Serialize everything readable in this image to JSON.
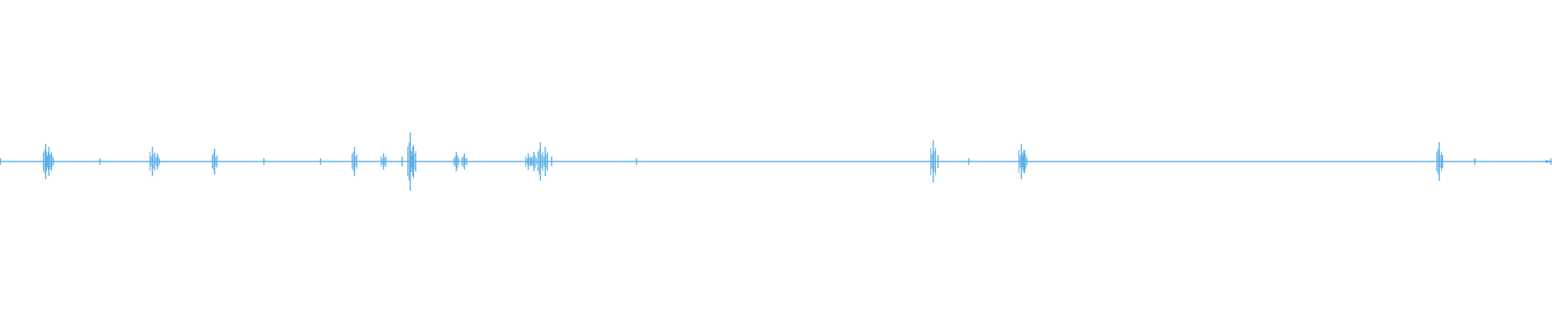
{
  "waveform": {
    "color": "#5BAEE6",
    "peaks": [
      {
        "t": 0.0,
        "a": 0.02
      },
      {
        "t": 0.029,
        "a": 0.11
      },
      {
        "t": 0.0315,
        "a": 0.09
      },
      {
        "t": 0.033,
        "a": 0.05
      },
      {
        "t": 0.064,
        "a": 0.02
      },
      {
        "t": 0.098,
        "a": 0.09
      },
      {
        "t": 0.101,
        "a": 0.05
      },
      {
        "t": 0.138,
        "a": 0.08
      },
      {
        "t": 0.17,
        "a": 0.02
      },
      {
        "t": 0.206,
        "a": 0.02
      },
      {
        "t": 0.228,
        "a": 0.09
      },
      {
        "t": 0.247,
        "a": 0.05
      },
      {
        "t": 0.259,
        "a": 0.03
      },
      {
        "t": 0.264,
        "a": 0.18
      },
      {
        "t": 0.266,
        "a": 0.1
      },
      {
        "t": 0.294,
        "a": 0.06
      },
      {
        "t": 0.299,
        "a": 0.05
      },
      {
        "t": 0.34,
        "a": 0.05
      },
      {
        "t": 0.344,
        "a": 0.06
      },
      {
        "t": 0.348,
        "a": 0.12
      },
      {
        "t": 0.351,
        "a": 0.09
      },
      {
        "t": 0.355,
        "a": 0.03
      },
      {
        "t": 0.41,
        "a": 0.02
      },
      {
        "t": 0.601,
        "a": 0.13
      },
      {
        "t": 0.604,
        "a": 0.04
      },
      {
        "t": 0.624,
        "a": 0.02
      },
      {
        "t": 0.658,
        "a": 0.11
      },
      {
        "t": 0.66,
        "a": 0.07
      },
      {
        "t": 0.927,
        "a": 0.12
      },
      {
        "t": 0.929,
        "a": 0.04
      },
      {
        "t": 0.95,
        "a": 0.02
      },
      {
        "t": 0.999,
        "a": 0.02
      }
    ]
  }
}
